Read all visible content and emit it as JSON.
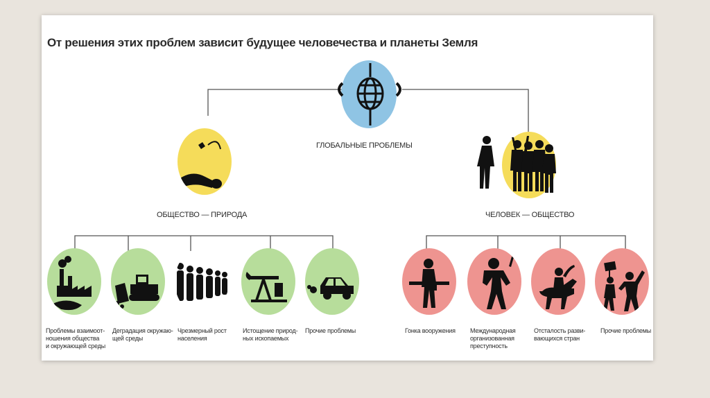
{
  "title": "От решения этих проблем зависит будущее человечества и планеты Земля",
  "root_label": "ГЛОБАЛЬНЫЕ ПРОБЛЕМЫ",
  "branch_left": "ОБЩЕСТВО — ПРИРОДА",
  "branch_right": "ЧЕЛОВЕК — ОБЩЕСТВО",
  "colors": {
    "yellow": "#f5dc5a",
    "blue": "#8fc4e4",
    "green": "#b7dd9b",
    "red": "#ee9490",
    "line": "#555555"
  },
  "left_items": [
    {
      "line1": "Проблемы взаимоот-",
      "line2": "ношения общества",
      "line3": "и окружающей среды",
      "icon": "factory-icon"
    },
    {
      "line1": "Деградация окружаю-",
      "line2": "щей среды",
      "line3": "",
      "icon": "bulldozer-icon"
    },
    {
      "line1": "Чрезмерный рост",
      "line2": "населения",
      "line3": "",
      "icon": "crowd-icon"
    },
    {
      "line1": "Истощение природ-",
      "line2": "ных ископаемых",
      "line3": "",
      "icon": "oil-pump-icon"
    },
    {
      "line1": "Прочие проблемы",
      "line2": "",
      "line3": "",
      "icon": "car-icon"
    }
  ],
  "right_items": [
    {
      "line1": "Гонка вооружения",
      "line2": "",
      "line3": "",
      "icon": "soldier-icon"
    },
    {
      "line1": "Международная",
      "line2": "организованная",
      "line3": "преступность",
      "icon": "criminal-icon"
    },
    {
      "line1": "Отсталость разви-",
      "line2": "вающихся стран",
      "line3": "",
      "icon": "donkey-rider-icon"
    },
    {
      "line1": "Прочие проблемы",
      "line2": "",
      "line3": "",
      "icon": "protesters-icon"
    }
  ]
}
